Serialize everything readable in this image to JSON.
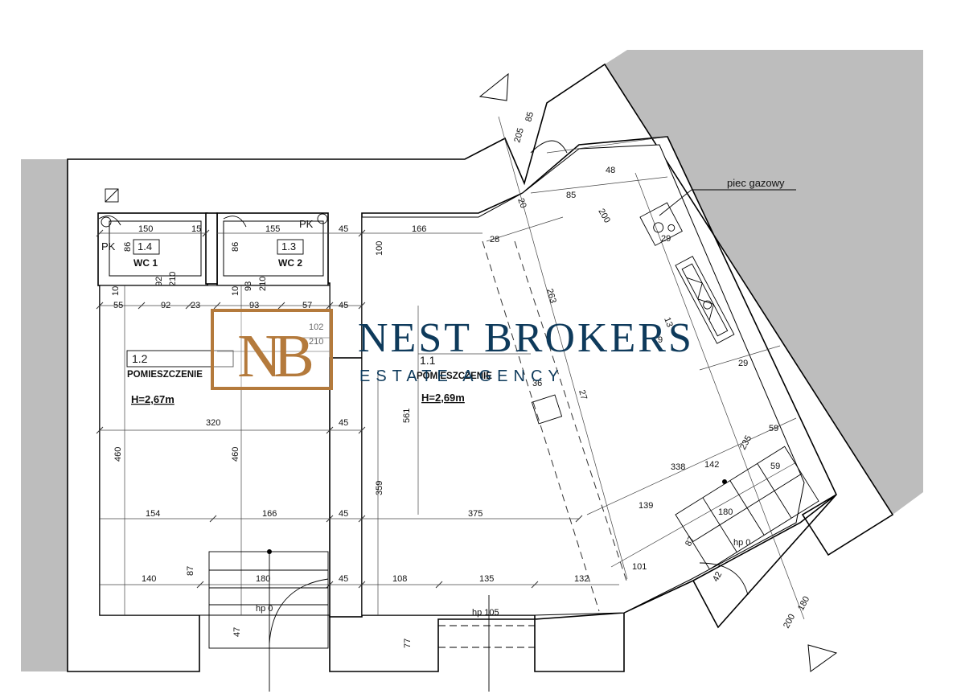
{
  "brand": {
    "monogram": "NB",
    "name": "NEST BROKERS",
    "tagline": "ESTATE AGENCY",
    "gold": "#b47a3c",
    "navy": "#0e3a5b"
  },
  "colors": {
    "neighbor_fill": "#bdbdbd",
    "wall_fill": "#ffffff",
    "line": "#000000"
  },
  "rooms": {
    "r12": {
      "number": "1.2",
      "name": "POMIESZCZENIE",
      "height": "H=2,67m"
    },
    "r11": {
      "number": "1.1",
      "name": "POMIESZCZENIE",
      "height": "H=2,69m"
    },
    "r14": {
      "number": "1.4",
      "name": "WC 1"
    },
    "r13": {
      "number": "1.3",
      "name": "WC 2"
    }
  },
  "labels": {
    "pk1": "PK",
    "pk2": "PK",
    "gas": "piec gazowy",
    "hp0a": "hp 0",
    "hp0b": "hp 0",
    "hp105": "hp 105"
  },
  "dims": {
    "d150": "150",
    "d15": "15",
    "d155": "155",
    "d45a": "45",
    "d166a": "166",
    "d86a": "86",
    "d86b": "86",
    "d92a": "92",
    "d210a": "210",
    "d10a": "10",
    "d93a": "93",
    "d210b": "210",
    "d10b": "10",
    "d55": "55",
    "d92b": "92",
    "d23": "23",
    "d93b": "93",
    "d57": "57",
    "d45b": "45",
    "d102": "102",
    "d210c": "210",
    "d100": "100",
    "d320": "320",
    "d45c": "45",
    "d460a": "460",
    "d460b": "460",
    "d561": "561",
    "d359": "359",
    "d154": "154",
    "d166b": "166",
    "d45d": "45",
    "d375": "375",
    "d140": "140",
    "d180a": "180",
    "d45e": "45",
    "d108": "108",
    "d135": "135",
    "d132": "132",
    "d87a": "87",
    "d47": "47",
    "d77": "77",
    "d28": "28",
    "d20": "20",
    "d263": "263",
    "d36": "36",
    "d27": "27",
    "d85a": "85",
    "d205": "205",
    "d85b": "85",
    "d48": "48",
    "d200a": "200",
    "d29a": "29",
    "d29b": "29",
    "d13": "13",
    "d9": "9",
    "d59a": "59",
    "d235": "235",
    "d338": "338",
    "d142": "142",
    "d59b": "59",
    "d139": "139",
    "d180b": "180",
    "d87b": "87",
    "d101": "101",
    "d42": "42",
    "d180c": "180",
    "d200b": "200"
  }
}
